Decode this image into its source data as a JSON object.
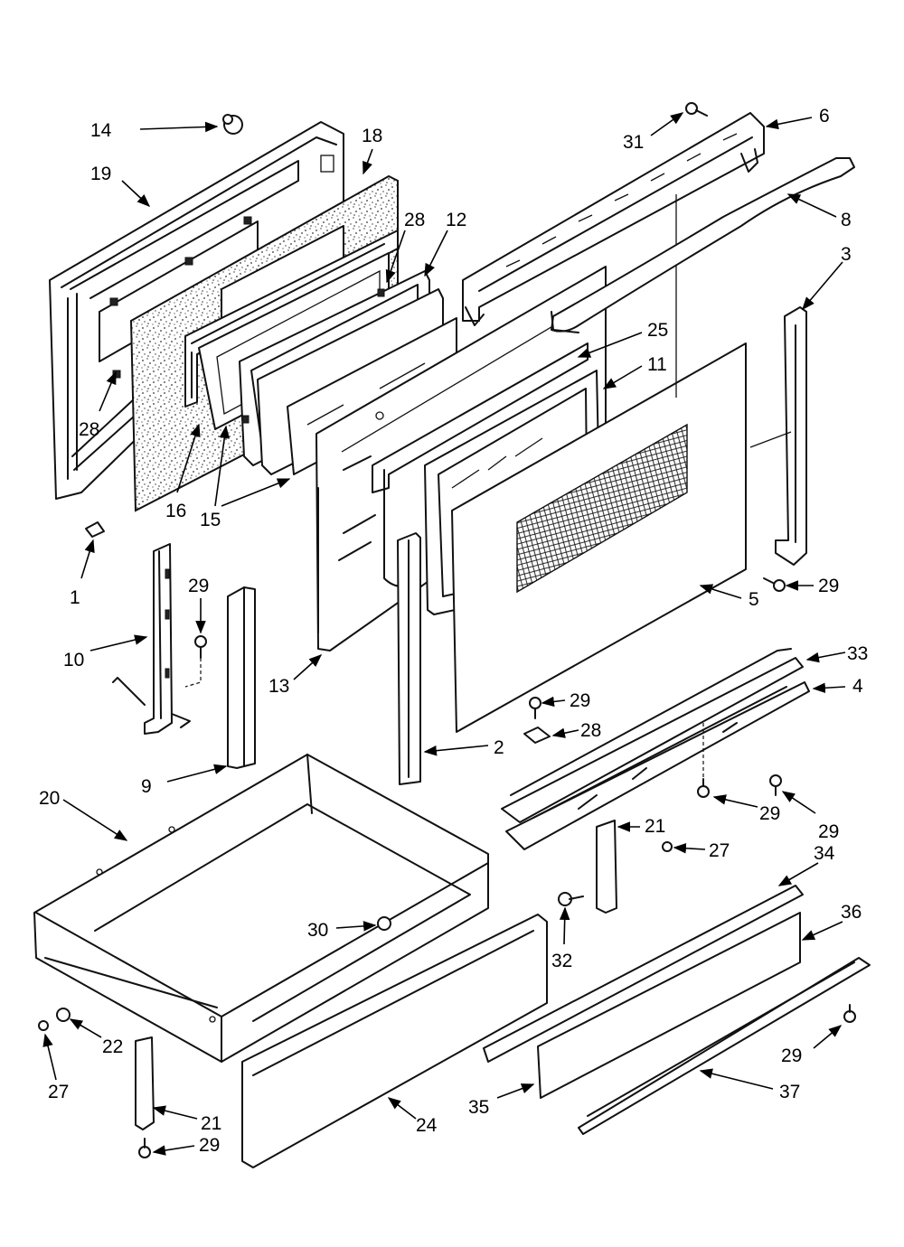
{
  "callouts": {
    "c1": "1",
    "c2": "2",
    "c3": "3",
    "c4": "4",
    "c5": "5",
    "c6": "6",
    "c8": "8",
    "c9": "9",
    "c10": "10",
    "c11": "11",
    "c12": "12",
    "c13": "13",
    "c14": "14",
    "c15": "15",
    "c16": "16",
    "c18": "18",
    "c19": "19",
    "c20": "20",
    "c21a": "21",
    "c21b": "21",
    "c22": "22",
    "c24": "24",
    "c25": "25",
    "c27a": "27",
    "c27b": "27",
    "c28a": "28",
    "c28b": "28",
    "c28c": "28",
    "c29a": "29",
    "c29b": "29",
    "c29c": "29",
    "c29d": "29",
    "c29e": "29",
    "c29f": "29",
    "c29g": "29",
    "c30": "30",
    "c31": "31",
    "c32": "32",
    "c33": "33",
    "c34": "34",
    "c35": "35",
    "c36": "36",
    "c37": "37"
  }
}
